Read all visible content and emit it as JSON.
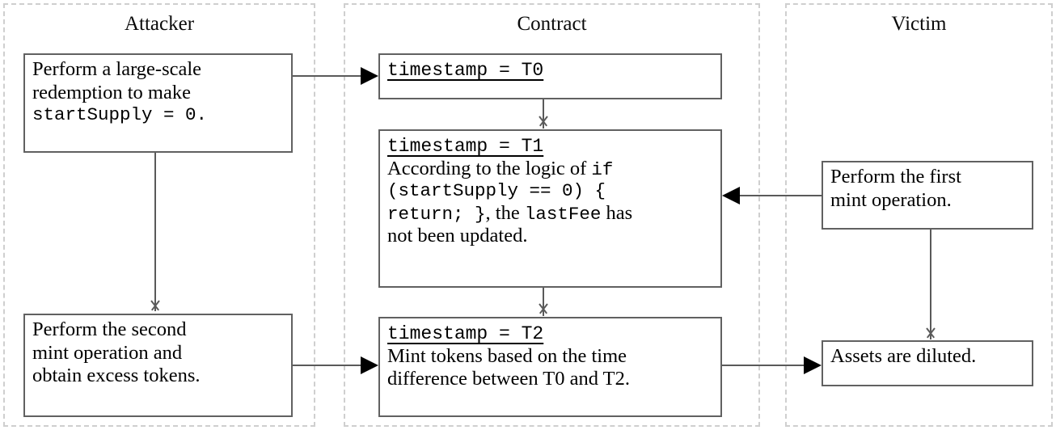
{
  "diagram": {
    "title_font_color": "#0a0a0a",
    "lane_border_color": "#cfcfcf",
    "box_border_color": "#616161",
    "connector_color": "#5a5a5a",
    "arrowhead_color": "#000000",
    "background": "#ffffff"
  },
  "lanes": [
    {
      "id": "attacker",
      "label": "Attacker"
    },
    {
      "id": "contract",
      "label": "Contract"
    },
    {
      "id": "victim",
      "label": "Victim"
    }
  ],
  "attacker": {
    "step1": {
      "line1": "Perform a large-scale",
      "line2": "redemption to make",
      "line3_code": "startSupply = 0."
    },
    "step2": {
      "line1": "Perform the second",
      "line2": "mint operation and",
      "line3": "obtain excess tokens."
    }
  },
  "contract": {
    "t0": {
      "header": "timestamp = T0"
    },
    "t1": {
      "header": "timestamp = T1",
      "line1_a": "According to the logic of ",
      "line1_code": "if",
      "line2_code": "(startSupply == 0) {",
      "line3_code": "return; }",
      "line3_a": ", the ",
      "line3_code2": "lastFee",
      "line3_b": " has",
      "line4": "not been updated."
    },
    "t2": {
      "header": "timestamp = T2",
      "line1": "Mint tokens based on the time",
      "line2": "difference between T0 and T2."
    }
  },
  "victim": {
    "step1": {
      "line1": "Perform the first",
      "line2": "mint operation."
    },
    "step2": {
      "line1": "Assets are diluted."
    }
  },
  "connectors": [
    {
      "id": "attacker1-to-t0",
      "from": "attacker.step1",
      "to": "contract.t0",
      "direction": "right"
    },
    {
      "id": "attacker1-to-attacker2",
      "from": "attacker.step1",
      "to": "attacker.step2",
      "direction": "down"
    },
    {
      "id": "t0-to-t1",
      "from": "contract.t0",
      "to": "contract.t1",
      "direction": "down"
    },
    {
      "id": "victim1-to-t1",
      "from": "victim.step1",
      "to": "contract.t1",
      "direction": "left"
    },
    {
      "id": "t1-to-t2",
      "from": "contract.t1",
      "to": "contract.t2",
      "direction": "down"
    },
    {
      "id": "attacker2-to-t2",
      "from": "attacker.step2",
      "to": "contract.t2",
      "direction": "right"
    },
    {
      "id": "t2-to-victim2",
      "from": "contract.t2",
      "to": "victim.step2",
      "direction": "right"
    },
    {
      "id": "victim1-to-victim2",
      "from": "victim.step1",
      "to": "victim.step2",
      "direction": "down"
    }
  ]
}
